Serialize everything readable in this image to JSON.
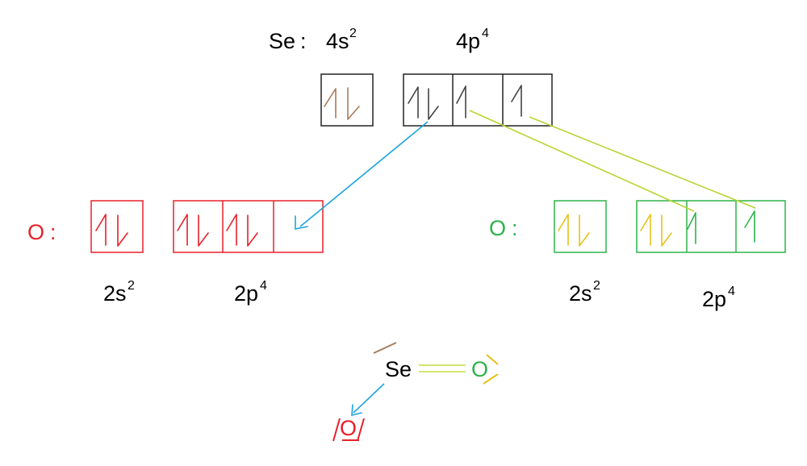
{
  "colors": {
    "background": "#ffffff",
    "se_box": "#222222",
    "se_4s_electrons": "#a67b5b",
    "se_4p_electrons": "#444444",
    "left_oxygen": "#e8202a",
    "right_oxygen": "#2db34a",
    "right_oxygen_pair": "#e6c219",
    "dative_arrow": "#1ba3e0",
    "shared_lines": "#b8d432",
    "bond_lines": "#cfe35a"
  },
  "selenium": {
    "symbol": "Se",
    "separator": ":",
    "orbital_s": "4s",
    "orbital_s_sup": "2",
    "orbital_p": "4p",
    "orbital_p_sup": "4",
    "s_box": "paired",
    "p_boxes": [
      "paired",
      "up",
      "up"
    ]
  },
  "oxygen_left": {
    "symbol": "O",
    "separator": ":",
    "orbital_s": "2s",
    "orbital_s_sup": "2",
    "orbital_p": "2p",
    "orbital_p_sup": "4",
    "s_box": "paired",
    "p_boxes": [
      "paired",
      "paired",
      "empty"
    ]
  },
  "oxygen_right": {
    "symbol": "O",
    "separator": ":",
    "orbital_s": "2s",
    "orbital_s_sup": "2",
    "orbital_p": "2p",
    "orbital_p_sup": "4",
    "s_box": "paired",
    "p_boxes": [
      "paired",
      "up",
      "up"
    ]
  },
  "molecule": {
    "center": "Se",
    "double_bonded": "O",
    "dative_bonded": "O"
  }
}
